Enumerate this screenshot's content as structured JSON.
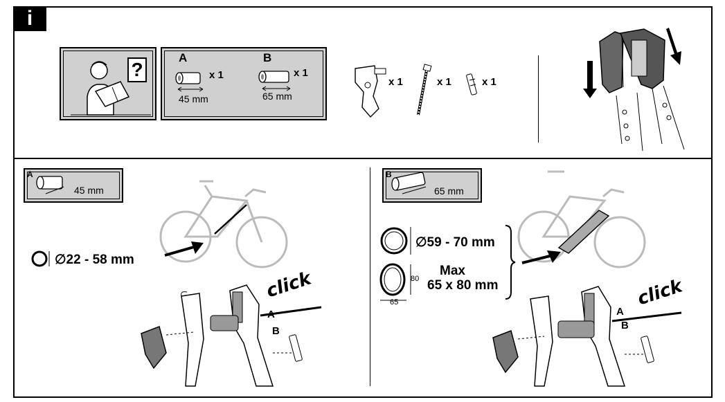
{
  "header": {
    "info_label": "i"
  },
  "top_section": {
    "help_icon_glyph": "?",
    "part_a": {
      "letter": "A",
      "quantity": "x 1",
      "length": "45 mm"
    },
    "part_b": {
      "letter": "B",
      "quantity": "x 1",
      "length": "65 mm"
    },
    "bracket_quantity": "x 1",
    "bolt_quantity": "x 1",
    "nut_quantity": "x 1"
  },
  "left_panel": {
    "spacer_letter": "A",
    "spacer_length": "45 mm",
    "diameter_range": "∅22 - 58 mm",
    "click_text": "click",
    "label_a": "A",
    "label_b": "B"
  },
  "right_panel": {
    "spacer_letter": "B",
    "spacer_length": "65 mm",
    "round_diameter": "∅59 - 70 mm",
    "oval_max_label": "Max",
    "oval_max_size": "65 x 80 mm",
    "oval_width": "65",
    "oval_height": "80",
    "click_text": "click",
    "label_a": "A",
    "label_b": "B"
  }
}
